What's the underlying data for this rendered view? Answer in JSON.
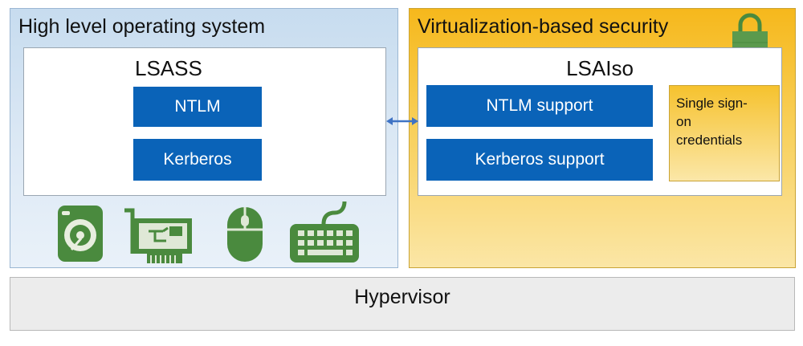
{
  "os_panel": {
    "title": "High level operating system",
    "lsass": {
      "title": "LSASS",
      "modules": [
        "NTLM",
        "Kerberos"
      ]
    },
    "device_icons": [
      "hard-disk-icon",
      "network-card-icon",
      "mouse-icon",
      "keyboard-icon"
    ]
  },
  "vbs_panel": {
    "title": "Virtualization-based security",
    "lock_icon": "padlock-icon",
    "lsaiso": {
      "title": "LSAIso",
      "modules": [
        "NTLM support",
        "Kerberos support"
      ],
      "credentials_lines": [
        "Single sign-",
        "on",
        "credentials"
      ]
    }
  },
  "hypervisor": {
    "label": "Hypervisor"
  },
  "colors": {
    "module_blue": "#0a63b8",
    "os_background": "#c7dcef",
    "vbs_background": "#f6b81c",
    "icon_green": "#4a8a3e",
    "arrow_blue": "#3f73c4"
  }
}
